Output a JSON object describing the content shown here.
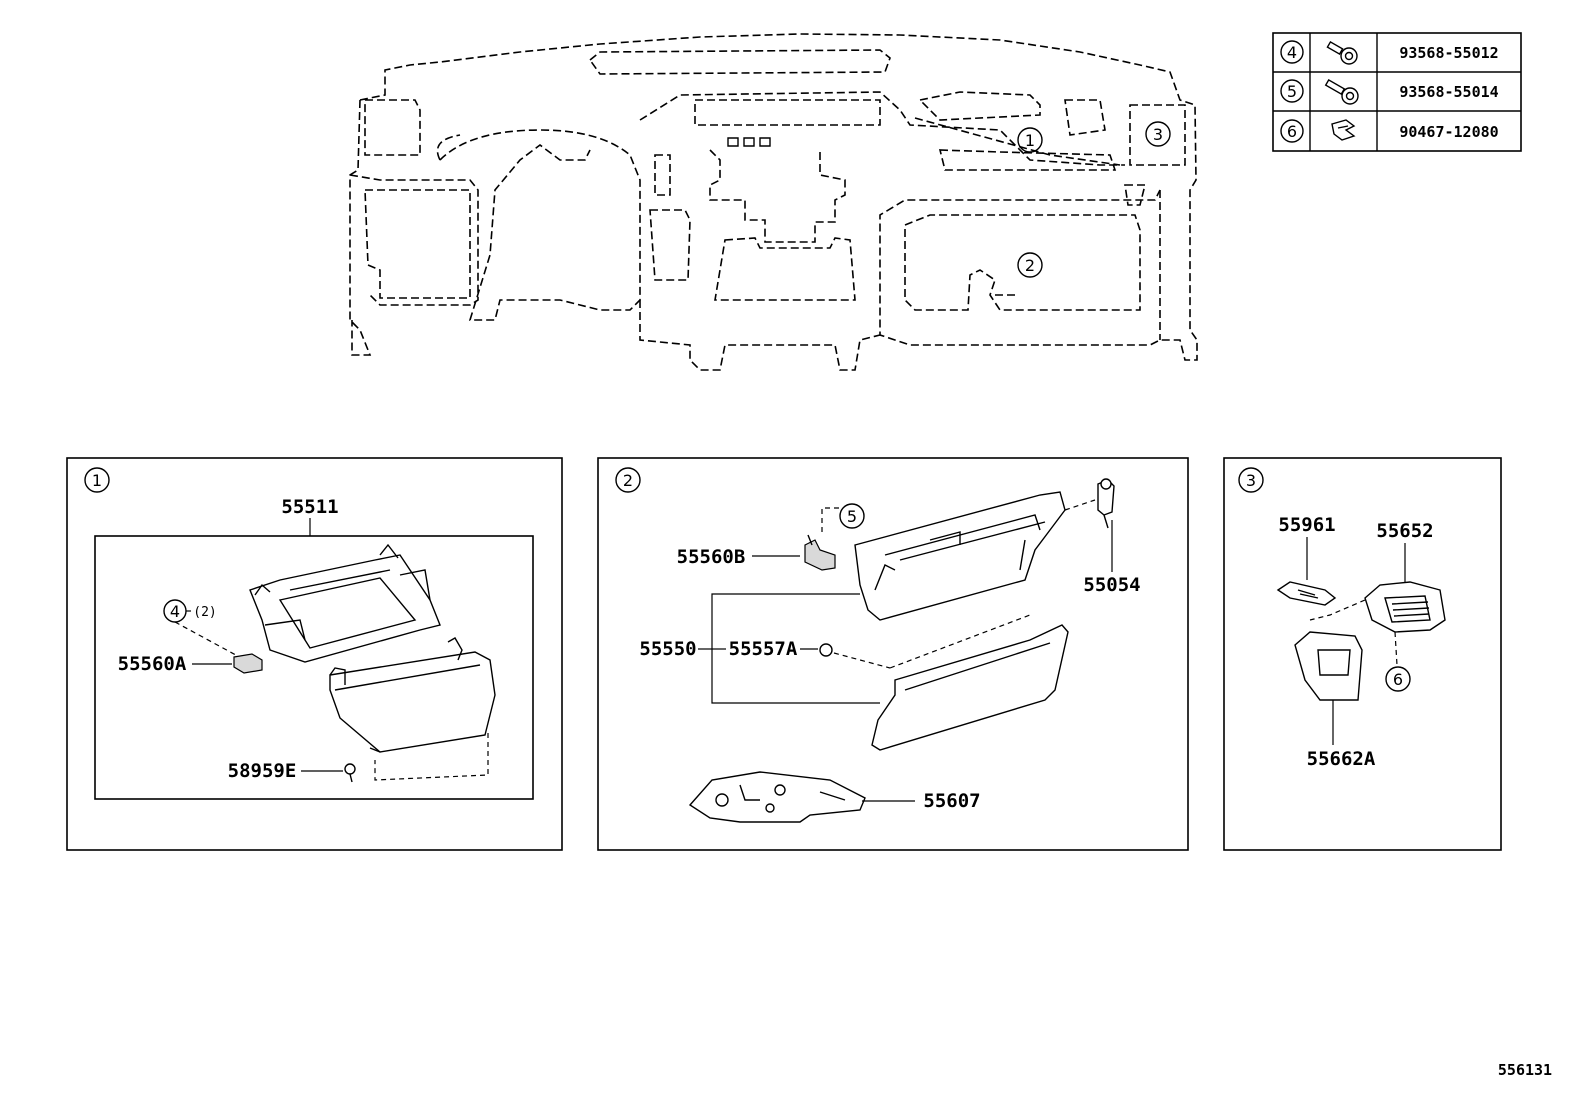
{
  "fastener_table": [
    {
      "ref": "4",
      "part_no": "93568-55012",
      "icon": "bolt-icon"
    },
    {
      "ref": "5",
      "part_no": "93568-55014",
      "icon": "bolt-icon"
    },
    {
      "ref": "6",
      "part_no": "90467-12080",
      "icon": "clip-icon"
    }
  ],
  "overview": {
    "callouts": [
      "1",
      "2",
      "3"
    ]
  },
  "panel1": {
    "ref": "1",
    "assembly": "55511",
    "fastener_ref": "4",
    "fastener_qty": "(2)",
    "parts": [
      "55560A",
      "58959E"
    ]
  },
  "panel2": {
    "ref": "2",
    "fastener_ref": "5",
    "parts": [
      "55560B",
      "55550",
      "55557A",
      "55054",
      "55607"
    ]
  },
  "panel3": {
    "ref": "3",
    "fastener_ref": "6",
    "parts": [
      "55961",
      "55652",
      "55662A"
    ]
  },
  "diagram_id": "556131"
}
